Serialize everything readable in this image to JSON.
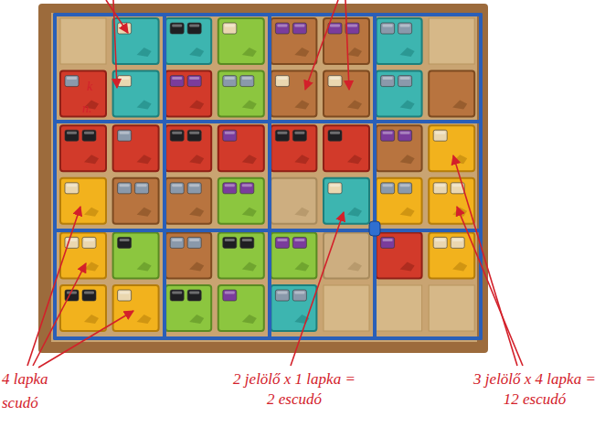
{
  "diagram": {
    "labels": [
      "k",
      "n.",
      "4 lapka",
      "scudó",
      "2 jelölő x 1 lapka = 2 escudó",
      "3 jelölő x 4 lapka = 12 escudó"
    ]
  }
}
